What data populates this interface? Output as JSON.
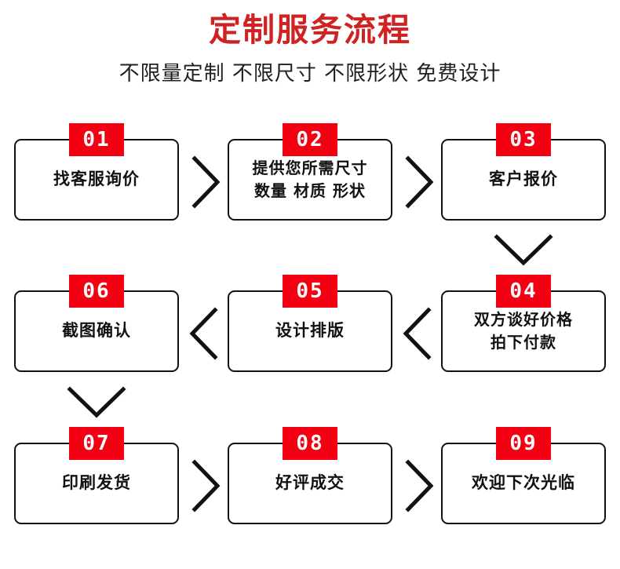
{
  "header": {
    "title": "定制服务流程",
    "subtitle": "不限量定制 不限尺寸 不限形状 免费设计",
    "title_color": "#cf2222",
    "subtitle_color": "#1f1f1f"
  },
  "theme": {
    "badge_bg": "#f30012",
    "badge_text": "#ffffff",
    "box_border": "#111111",
    "box_bg": "#ffffff",
    "label_color": "#111111",
    "page_bg": "#ffffff"
  },
  "flow": {
    "steps": [
      {
        "number": "01",
        "label": "找客服询价",
        "lines": 1
      },
      {
        "number": "02",
        "label": "提供您所需尺寸\n数量 材质 形状",
        "lines": 2
      },
      {
        "number": "03",
        "label": "客户报价",
        "lines": 1
      },
      {
        "number": "04",
        "label": "双方谈好价格\n拍下付款",
        "lines": 2
      },
      {
        "number": "05",
        "label": "设计排版",
        "lines": 1
      },
      {
        "number": "06",
        "label": "截图确认",
        "lines": 1
      },
      {
        "number": "07",
        "label": "印刷发货",
        "lines": 1
      },
      {
        "number": "08",
        "label": "好评成交",
        "lines": 1
      },
      {
        "number": "09",
        "label": "欢迎下次光临",
        "lines": 1
      }
    ],
    "connectors": [
      {
        "name": "connector-01-to-02",
        "direction": "right"
      },
      {
        "name": "connector-02-to-03",
        "direction": "right"
      },
      {
        "name": "connector-03-to-04",
        "direction": "down"
      },
      {
        "name": "connector-04-to-05",
        "direction": "left"
      },
      {
        "name": "connector-05-to-06",
        "direction": "left"
      },
      {
        "name": "connector-06-to-07",
        "direction": "down"
      },
      {
        "name": "connector-07-to-08",
        "direction": "right"
      },
      {
        "name": "connector-08-to-09",
        "direction": "right"
      }
    ]
  }
}
